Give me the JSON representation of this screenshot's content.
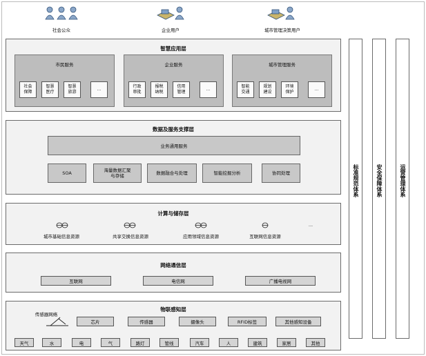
{
  "users": [
    "社会公众",
    "企业用户",
    "城市管理决策用户"
  ],
  "smart_app": {
    "title": "智慧应用层",
    "groups": [
      {
        "title": "市民服务",
        "items": [
          "社会\n保障",
          "智慧\n医疗",
          "智慧\n旅游",
          "..."
        ]
      },
      {
        "title": "企业服务",
        "items": [
          "行政\n审批",
          "报税\n纳税",
          "信用\n管理",
          "..."
        ]
      },
      {
        "title": "城市管理服务",
        "items": [
          "智能\n交通",
          "规划\n建设",
          "环境\n保护",
          "..."
        ]
      }
    ]
  },
  "data_service": {
    "title": "数据及服务支撑层",
    "bar": "业务通用服务",
    "items": [
      "SOA",
      "海量数据汇聚\n与存储",
      "数据融合与处理",
      "智能挖掘分析",
      "协同处理"
    ]
  },
  "compute": {
    "title": "计算与储存层",
    "items": [
      "城市基础信息资源",
      "共享交换信息资源",
      "应用领域信息资源",
      "互联网信息资源"
    ],
    "more": "..."
  },
  "network": {
    "title": "网络通信层",
    "items": [
      "互联网",
      "电信网",
      "广播电视网"
    ]
  },
  "iot": {
    "title": "物联感知层",
    "sensor_network": "传感器网络",
    "items": [
      "芯片",
      "传感器",
      "摄像头",
      "RFID标签",
      "其他感知设备"
    ],
    "bottom": [
      "天气",
      "水",
      "电",
      "气",
      "路灯",
      "管线",
      "汽车",
      "人",
      "建筑",
      "家居",
      "其他"
    ]
  },
  "side_columns": [
    "标准规范体系",
    "安全保障体系",
    "运营管理体系"
  ]
}
